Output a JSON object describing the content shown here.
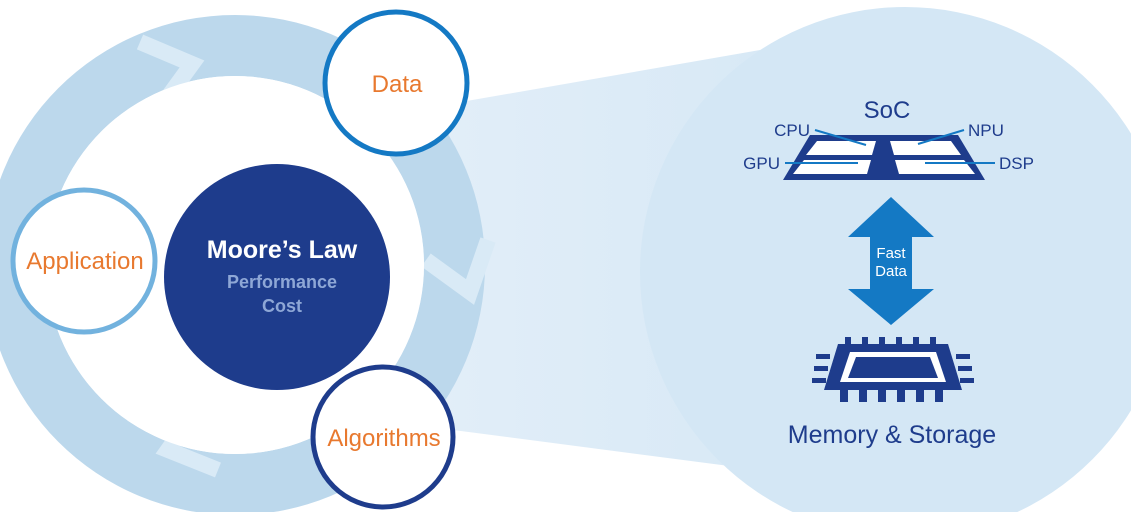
{
  "cycle": {
    "core": {
      "title": "Moore’s Law",
      "line1": "Performance",
      "line2": "Cost"
    },
    "nodes": {
      "data": "Data",
      "application": "Application",
      "algorithms": "Algorithms"
    }
  },
  "detail": {
    "soc_title": "SoC",
    "units": {
      "cpu": "CPU",
      "npu": "NPU",
      "gpu": "GPU",
      "dsp": "DSP"
    },
    "arrow_text_1": "Fast",
    "arrow_text_2": "Data",
    "memory_label": "Memory & Storage"
  },
  "colors": {
    "ring": "#bcd8ec",
    "navy": "#1e3c8c",
    "orange": "#e8792f",
    "light_panel": "#d4e7f5",
    "bright_blue": "#1479c4"
  }
}
